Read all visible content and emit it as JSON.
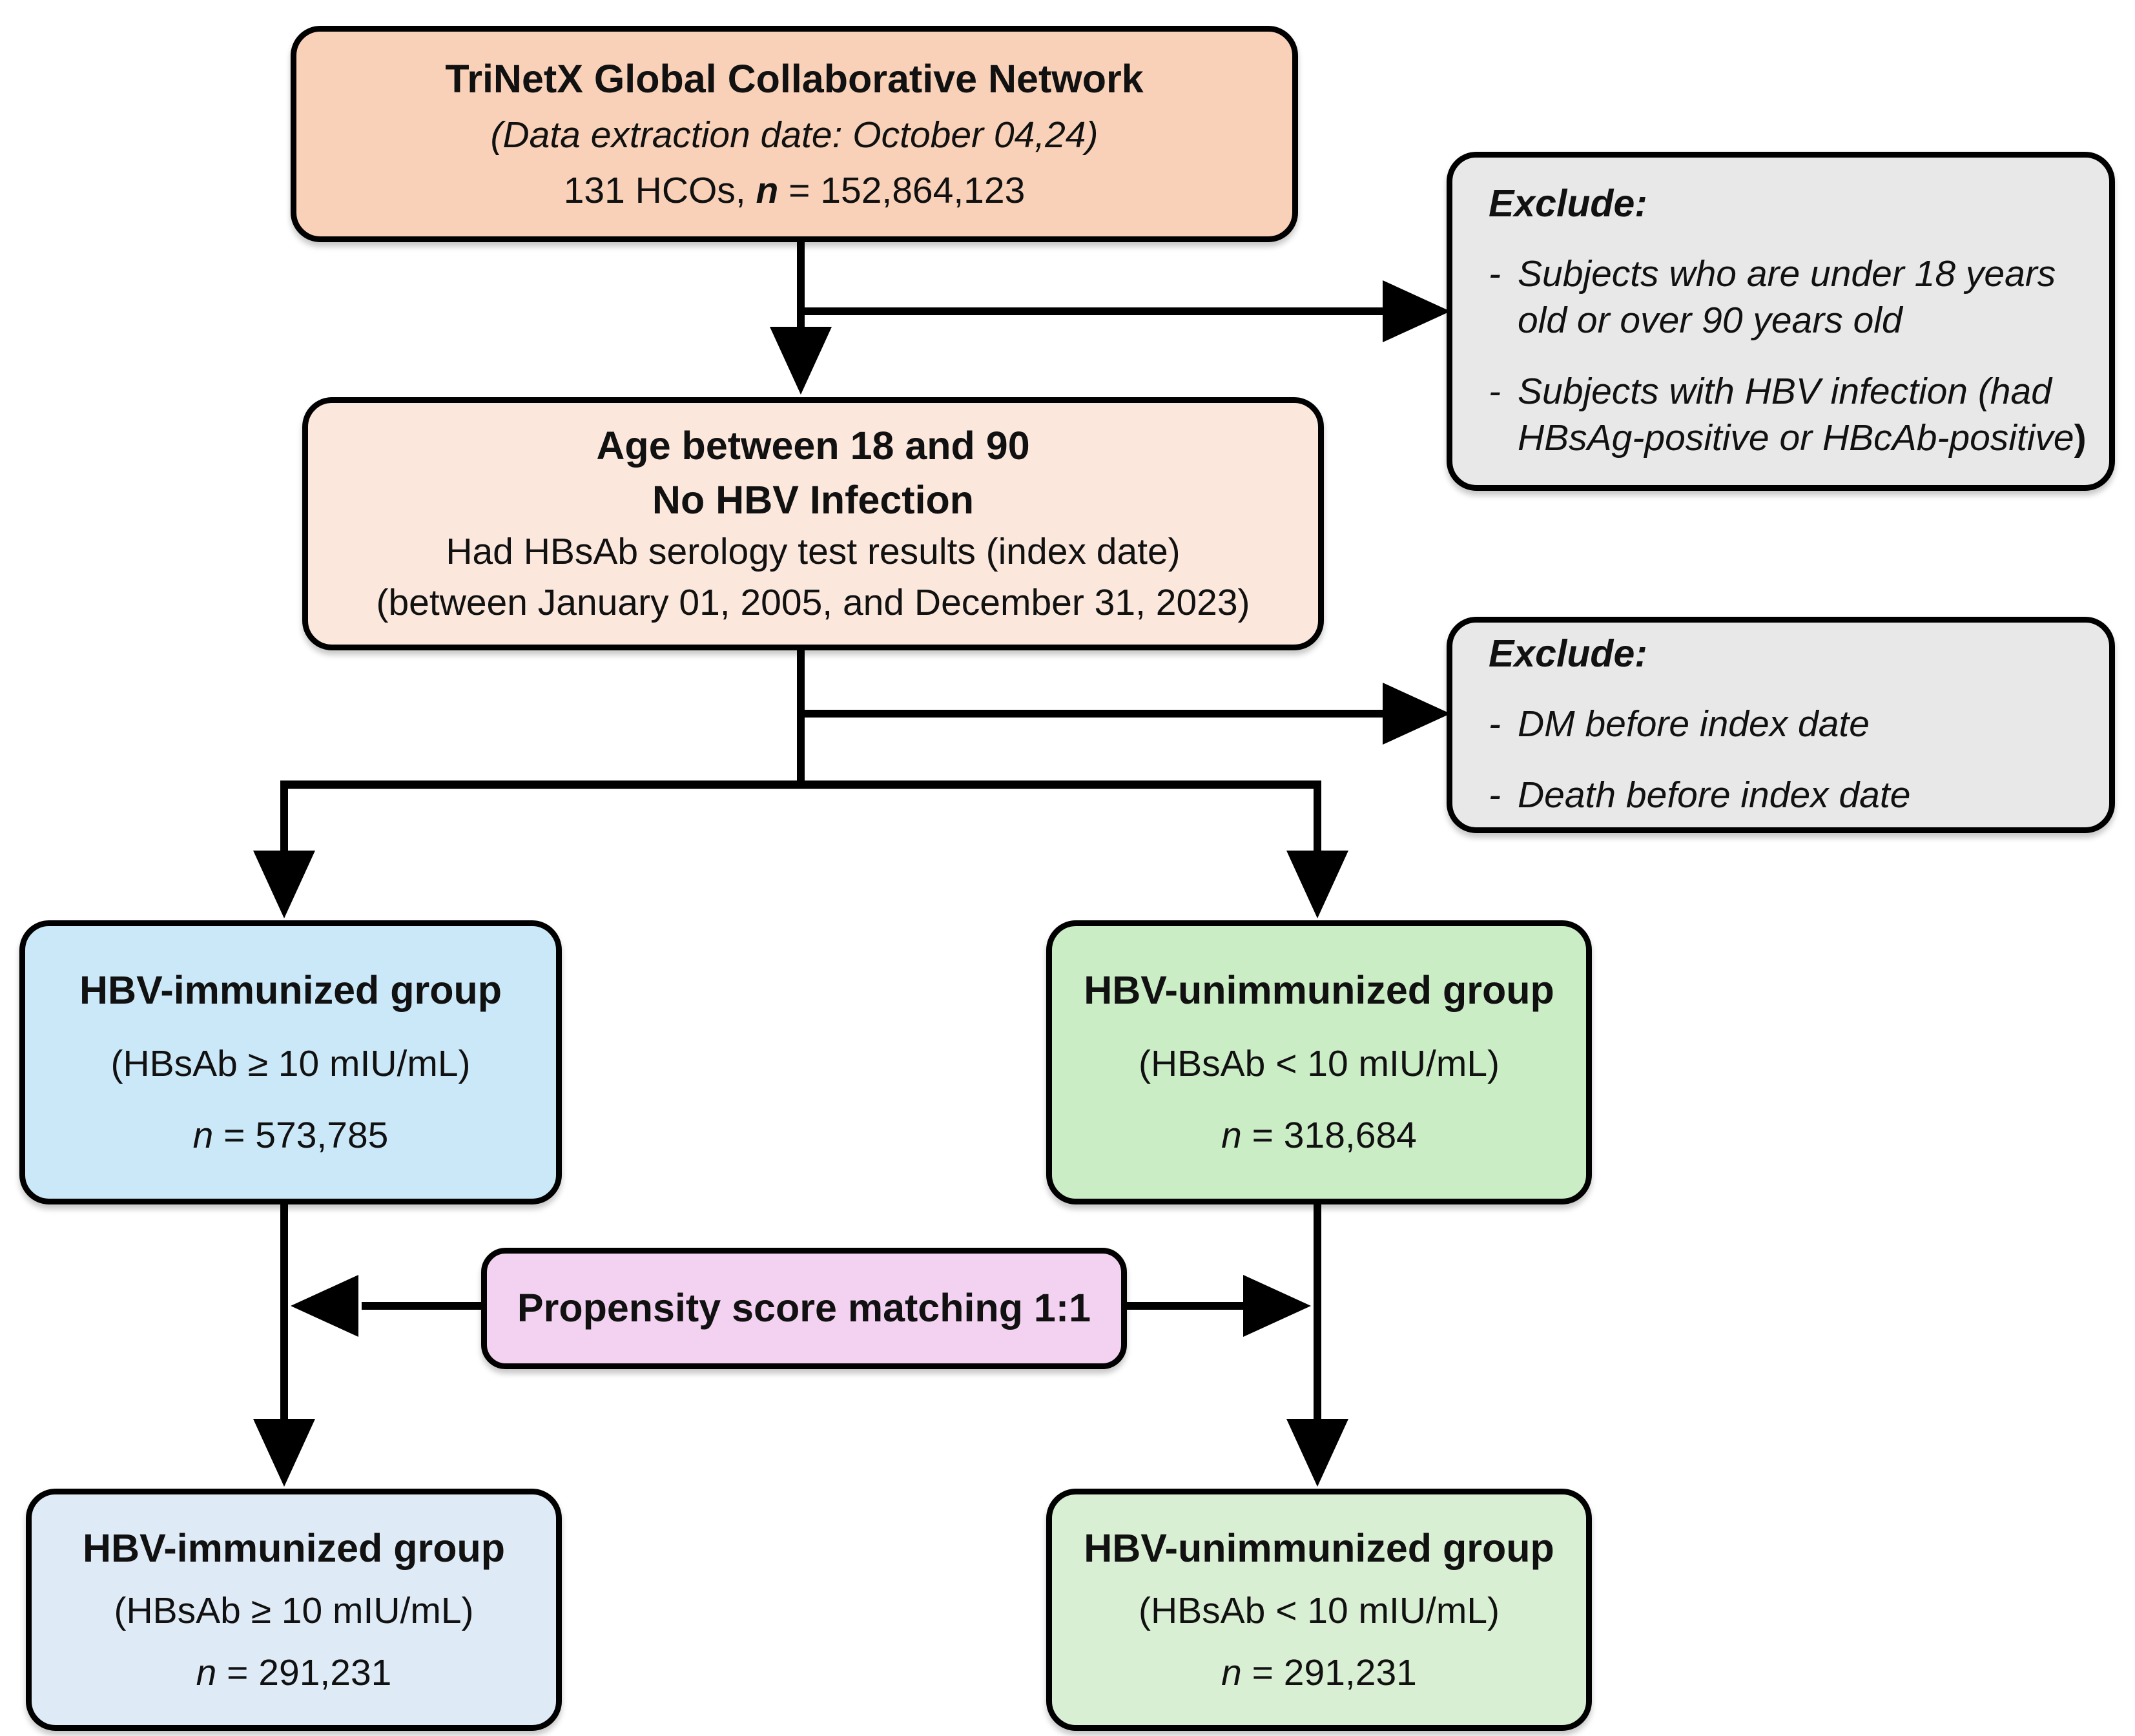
{
  "boxes": {
    "network": {
      "title": "TriNetX Global Collaborative Network",
      "subtitle": "(Data extraction date: October 04,24)",
      "stats_prefix": "131 HCOs, ",
      "stats_n": "n",
      "stats_value": " = 152,864,123",
      "fill": "#F8D1B8"
    },
    "exclude_top": {
      "heading": "Exclude:",
      "bullet": "-",
      "item1": "Subjects who are under 18 years old or over 90 years old",
      "item2": "Subjects with HBV infection (had HBsAg-positive or HBcAb-positive",
      "item2_suffix": ")",
      "fill": "#E9E8E8"
    },
    "eligibility": {
      "line1": "Age between 18 and 90",
      "line2": "No HBV Infection",
      "line3": "Had HBsAb serology test results (index date)",
      "line4": "(between January 01, 2005, and December 31, 2023)",
      "fill": "#FBE7DB"
    },
    "exclude_mid": {
      "heading": "Exclude:",
      "bullet": "-",
      "item1": "DM before index date",
      "item2": "Death before index date",
      "fill": "#E9E8E8"
    },
    "immunized": {
      "title": "HBV-immunized group",
      "criteria": "(HBsAb ≥ 10 mIU/mL)",
      "n": "n",
      "n_value": " = 573,785",
      "fill": "#CBE8F8"
    },
    "unimmunized": {
      "title": "HBV-unimmunized group",
      "criteria": "(HBsAb < 10 mIU/mL)",
      "n": "n",
      "n_value": " = 318,684",
      "fill": "#CBEDC6"
    },
    "psm": {
      "label": "Propensity score matching 1:1",
      "fill": "#F3D2F1"
    },
    "immunized_matched": {
      "title": "HBV-immunized group",
      "criteria": "(HBsAb ≥ 10 mIU/mL)",
      "n": "n",
      "n_value": " = 291,231",
      "fill": "#DEEBF7"
    },
    "unimmunized_matched": {
      "title": "HBV-unimmunized group",
      "criteria": "(HBsAb < 10 mIU/mL)",
      "n": "n",
      "n_value": " = 291,231",
      "fill": "#D9EFD3"
    }
  },
  "colors": {
    "border": "#000000",
    "connector": "#000000",
    "background": "#FFFFFF"
  }
}
